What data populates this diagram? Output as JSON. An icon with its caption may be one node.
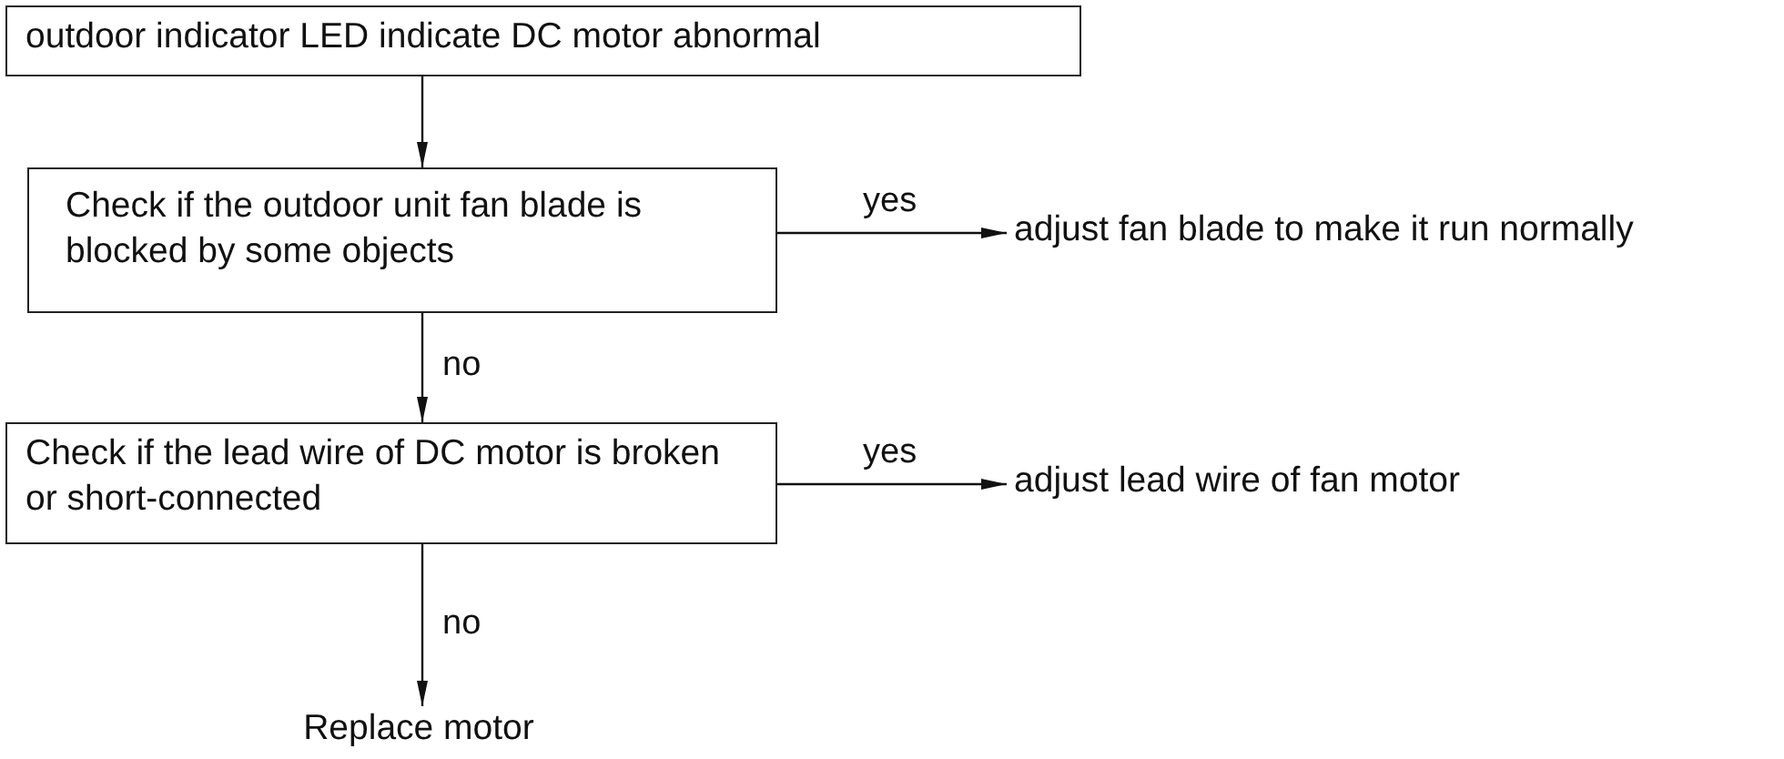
{
  "diagram": {
    "nodes": [
      {
        "text": [
          "outdoor indicator LED indicate DC motor abnormal"
        ]
      },
      {
        "text": [
          "Check if the outdoor unit fan blade is blocked by some objects"
        ]
      },
      {
        "text": [
          "adjust fan blade to make it run normally"
        ]
      },
      {
        "text": [
          "Check if the lead wire of DC motor is broken or short-connected"
        ]
      },
      {
        "text": [
          "adjust lead wire of fan motor"
        ]
      },
      {
        "text": [
          "Replace motor"
        ]
      }
    ],
    "edges": [
      {
        "from": 0,
        "to": 1,
        "arrow": "to"
      },
      {
        "from": 1,
        "to": 2,
        "arrow": "to",
        "label": "yes"
      },
      {
        "from": 1,
        "to": 3,
        "arrow": "to",
        "label": "no"
      },
      {
        "from": 3,
        "to": 4,
        "arrow": "to",
        "label": "yes"
      },
      {
        "from": 3,
        "to": 5,
        "arrow": "to",
        "label": "no"
      }
    ]
  }
}
